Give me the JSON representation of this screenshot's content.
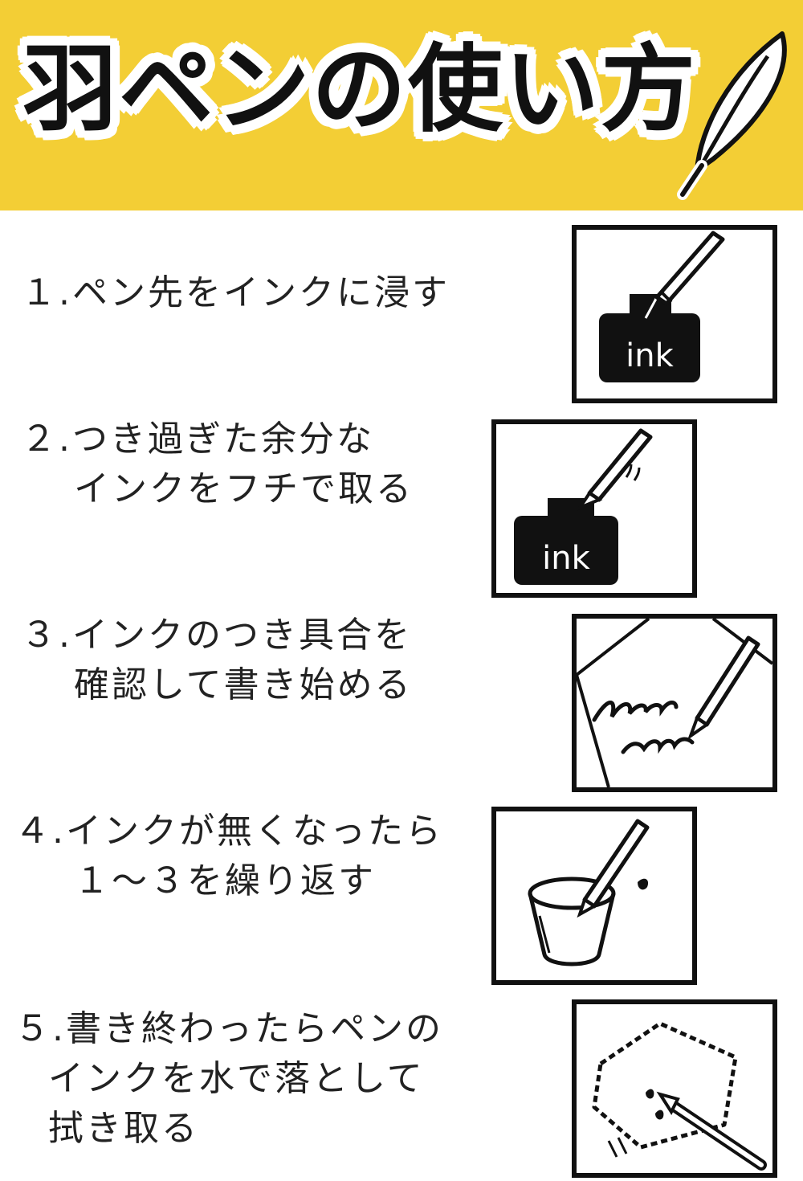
{
  "header": {
    "title": "羽ペンの使い方",
    "icon": "quill-pen-icon",
    "background_color": "#f3ce35"
  },
  "steps": [
    {
      "lines": [
        "１.ペン先をインクに浸す"
      ],
      "illustration": "pen-dipping-in-ink-bottle"
    },
    {
      "lines": [
        "２.つき過ぎた余分な",
        "インクをフチで取る"
      ],
      "illustration": "pen-wiping-on-bottle-rim"
    },
    {
      "lines": [
        "３.インクのつき具合を",
        "確認して書き始める"
      ],
      "illustration": "pen-writing-on-paper"
    },
    {
      "lines": [
        "４.インクが無くなったら",
        "１～３を繰り返す"
      ],
      "illustration": "pen-in-water-glass"
    },
    {
      "lines": [
        "５.書き終わったらペンの",
        "インクを水で落として",
        "拭き取る"
      ],
      "illustration": "pen-wiped-with-cloth"
    }
  ],
  "ink_label": "ink"
}
